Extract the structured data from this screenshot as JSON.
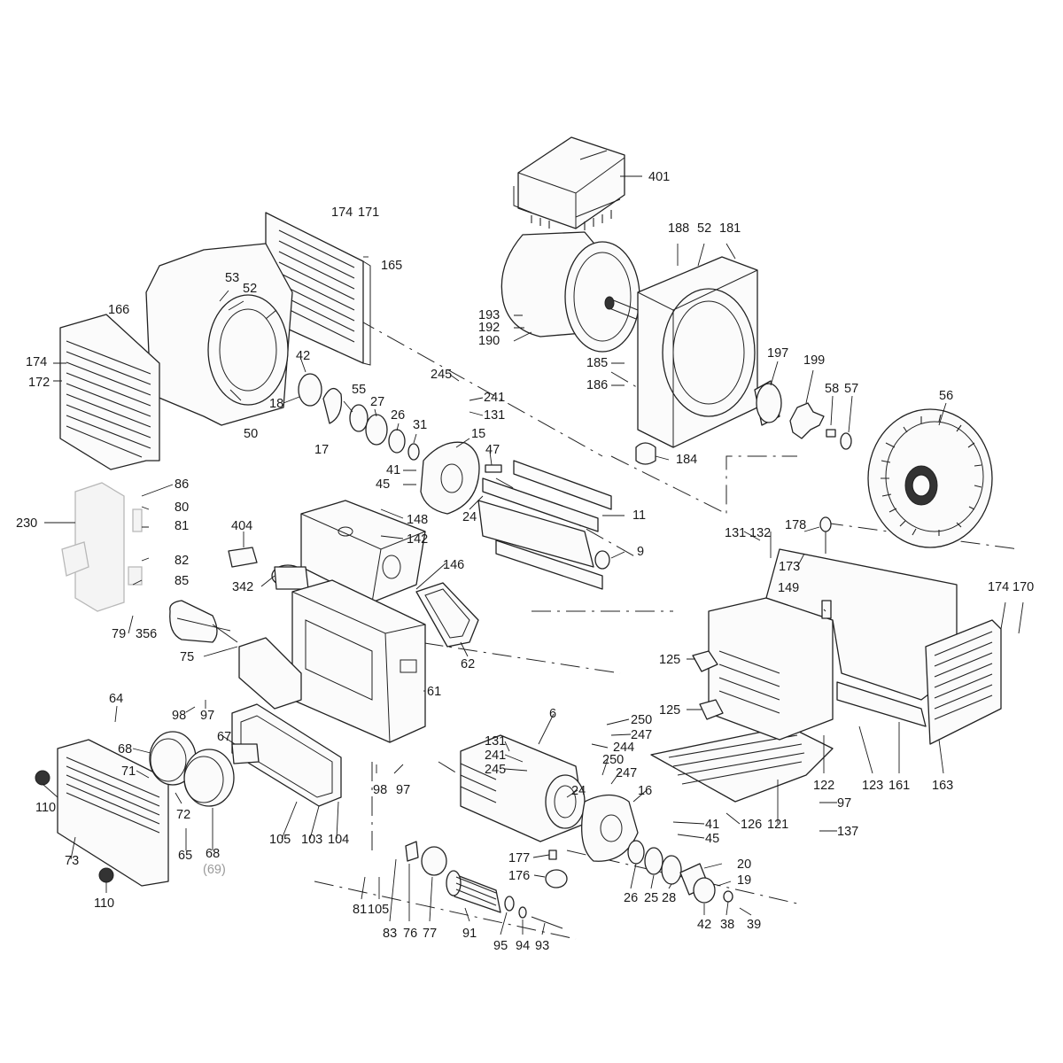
{
  "diagram": {
    "labels": [
      {
        "id": "p401",
        "text": "401"
      },
      {
        "id": "p174a",
        "text": "174"
      },
      {
        "id": "p171",
        "text": "171"
      },
      {
        "id": "p165",
        "text": "165"
      },
      {
        "id": "p53",
        "text": "53"
      },
      {
        "id": "p52a",
        "text": "52"
      },
      {
        "id": "p166",
        "text": "166"
      },
      {
        "id": "p174b",
        "text": "174"
      },
      {
        "id": "p172",
        "text": "172"
      },
      {
        "id": "p42a",
        "text": "42"
      },
      {
        "id": "p18",
        "text": "18"
      },
      {
        "id": "p50",
        "text": "50"
      },
      {
        "id": "p17",
        "text": "17"
      },
      {
        "id": "p55",
        "text": "55"
      },
      {
        "id": "p27",
        "text": "27"
      },
      {
        "id": "p26a",
        "text": "26"
      },
      {
        "id": "p31",
        "text": "31"
      },
      {
        "id": "p188",
        "text": "188"
      },
      {
        "id": "p52b",
        "text": "52"
      },
      {
        "id": "p181",
        "text": "181"
      },
      {
        "id": "p193",
        "text": "193"
      },
      {
        "id": "p192",
        "text": "192"
      },
      {
        "id": "p190",
        "text": "190"
      },
      {
        "id": "p185",
        "text": "185"
      },
      {
        "id": "p186",
        "text": "186"
      },
      {
        "id": "p245a",
        "text": "245"
      },
      {
        "id": "p241a",
        "text": "241"
      },
      {
        "id": "p131a",
        "text": "131"
      },
      {
        "id": "p15",
        "text": "15"
      },
      {
        "id": "p47",
        "text": "47"
      },
      {
        "id": "p41a",
        "text": "41"
      },
      {
        "id": "p45a",
        "text": "45"
      },
      {
        "id": "p24a",
        "text": "24"
      },
      {
        "id": "p11",
        "text": "11"
      },
      {
        "id": "p9",
        "text": "9"
      },
      {
        "id": "p197",
        "text": "197"
      },
      {
        "id": "p199",
        "text": "199"
      },
      {
        "id": "p58",
        "text": "58"
      },
      {
        "id": "p57",
        "text": "57"
      },
      {
        "id": "p56",
        "text": "56"
      },
      {
        "id": "p184",
        "text": "184"
      },
      {
        "id": "p86",
        "text": "86"
      },
      {
        "id": "p80",
        "text": "80"
      },
      {
        "id": "p81a",
        "text": "81"
      },
      {
        "id": "p230",
        "text": "230"
      },
      {
        "id": "p82",
        "text": "82"
      },
      {
        "id": "p85",
        "text": "85"
      },
      {
        "id": "p79",
        "text": "79"
      },
      {
        "id": "p356",
        "text": "356"
      },
      {
        "id": "p404",
        "text": "404"
      },
      {
        "id": "p148",
        "text": "148"
      },
      {
        "id": "p142",
        "text": "142"
      },
      {
        "id": "p342",
        "text": "342"
      },
      {
        "id": "p146",
        "text": "146"
      },
      {
        "id": "p62",
        "text": "62"
      },
      {
        "id": "p75",
        "text": "75"
      },
      {
        "id": "p61",
        "text": "61"
      },
      {
        "id": "p131b",
        "text": "131"
      },
      {
        "id": "p132",
        "text": "132"
      },
      {
        "id": "p178",
        "text": "178"
      },
      {
        "id": "p173",
        "text": "173"
      },
      {
        "id": "p149",
        "text": "149"
      },
      {
        "id": "p174c",
        "text": "174"
      },
      {
        "id": "p170",
        "text": "170"
      },
      {
        "id": "p125a",
        "text": "125"
      },
      {
        "id": "p125b",
        "text": "125"
      },
      {
        "id": "p64",
        "text": "64"
      },
      {
        "id": "p98a",
        "text": "98"
      },
      {
        "id": "p97a",
        "text": "97"
      },
      {
        "id": "p68a",
        "text": "68"
      },
      {
        "id": "p67",
        "text": "67"
      },
      {
        "id": "p71",
        "text": "71"
      },
      {
        "id": "p110a",
        "text": "110"
      },
      {
        "id": "p72",
        "text": "72"
      },
      {
        "id": "p65",
        "text": "65"
      },
      {
        "id": "p68b",
        "text": "68"
      },
      {
        "id": "p69",
        "text": "(69)"
      },
      {
        "id": "p73",
        "text": "73"
      },
      {
        "id": "p110b",
        "text": "110"
      },
      {
        "id": "p105a",
        "text": "105"
      },
      {
        "id": "p103",
        "text": "103"
      },
      {
        "id": "p104",
        "text": "104"
      },
      {
        "id": "p98b",
        "text": "98"
      },
      {
        "id": "p97b",
        "text": "97"
      },
      {
        "id": "p6",
        "text": "6"
      },
      {
        "id": "p250a",
        "text": "250"
      },
      {
        "id": "p247a",
        "text": "247"
      },
      {
        "id": "p131c",
        "text": "131"
      },
      {
        "id": "p244",
        "text": "244"
      },
      {
        "id": "p241b",
        "text": "241"
      },
      {
        "id": "p250b",
        "text": "250"
      },
      {
        "id": "p245b",
        "text": "245"
      },
      {
        "id": "p247b",
        "text": "247"
      },
      {
        "id": "p24b",
        "text": "24"
      },
      {
        "id": "p16",
        "text": "16"
      },
      {
        "id": "p41b",
        "text": "41"
      },
      {
        "id": "p45b",
        "text": "45"
      },
      {
        "id": "p126",
        "text": "126"
      },
      {
        "id": "p121",
        "text": "121"
      },
      {
        "id": "p122",
        "text": "122"
      },
      {
        "id": "p123",
        "text": "123"
      },
      {
        "id": "p161",
        "text": "161"
      },
      {
        "id": "p163",
        "text": "163"
      },
      {
        "id": "p97c",
        "text": "97"
      },
      {
        "id": "p137",
        "text": "137"
      },
      {
        "id": "p177",
        "text": "177"
      },
      {
        "id": "p176",
        "text": "176"
      },
      {
        "id": "p20",
        "text": "20"
      },
      {
        "id": "p19",
        "text": "19"
      },
      {
        "id": "p26b",
        "text": "26"
      },
      {
        "id": "p25",
        "text": "25"
      },
      {
        "id": "p28",
        "text": "28"
      },
      {
        "id": "p42b",
        "text": "42"
      },
      {
        "id": "p38",
        "text": "38"
      },
      {
        "id": "p39",
        "text": "39"
      },
      {
        "id": "p81b",
        "text": "81"
      },
      {
        "id": "p105b",
        "text": "105"
      },
      {
        "id": "p83",
        "text": "83"
      },
      {
        "id": "p76",
        "text": "76"
      },
      {
        "id": "p77",
        "text": "77"
      },
      {
        "id": "p91",
        "text": "91"
      },
      {
        "id": "p95",
        "text": "95"
      },
      {
        "id": "p94",
        "text": "94"
      },
      {
        "id": "p93",
        "text": "93"
      }
    ]
  }
}
